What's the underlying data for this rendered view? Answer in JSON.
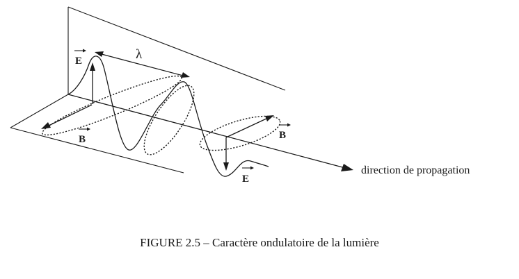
{
  "diagram": {
    "labels": {
      "e_top": "E",
      "e_bottom": "E",
      "b_left": "B",
      "b_right": "B",
      "wavelength": "λ",
      "direction": "direction de propagation"
    }
  },
  "caption": {
    "text": "FIGURE 2.5 – Caractère ondulatoire de la lumière"
  }
}
